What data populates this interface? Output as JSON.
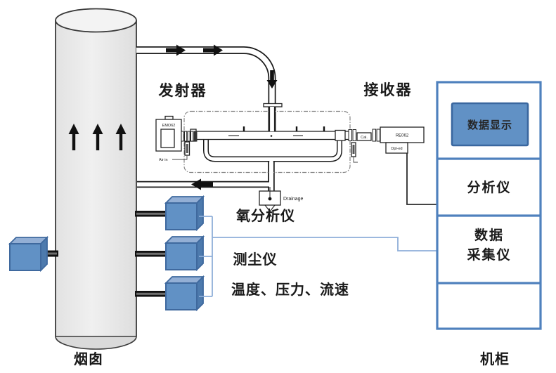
{
  "diagram": {
    "area_labels": {
      "transmitter": "发射器",
      "receiver": "接收器",
      "chimney": "烟囱",
      "cabinet": "机柜"
    },
    "instrument_labels": {
      "oxygen_analyzer": "氧分析仪",
      "dust_monitor": "测尘仪",
      "temp_pressure_flow": "温度、压力、流速"
    },
    "cabinet": {
      "display": "数据显示",
      "analyzer": "分析仪",
      "daq_line1": "数据",
      "daq_line2": "采集仪"
    },
    "device_labels": {
      "emitter_model": "EMO62",
      "receiver_model": "RE062",
      "receiver_sub": "Dpl-ed",
      "cal": "Cal.",
      "air_in": "Air in",
      "drainage": "Drainage"
    },
    "colors": {
      "cabinet_border": "#4f81bd",
      "display_fill": "#6191c5",
      "display_border": "#3a679f",
      "box_front": "#6191c5",
      "box_top": "#93afd5",
      "box_side": "#4d7aad",
      "box_border": "#3f699e",
      "signal_line": "#8fafd9",
      "cable": "#2b2b2b",
      "chimney_fill": "#ececec",
      "chimney_stroke": "#3a3a3a"
    }
  }
}
